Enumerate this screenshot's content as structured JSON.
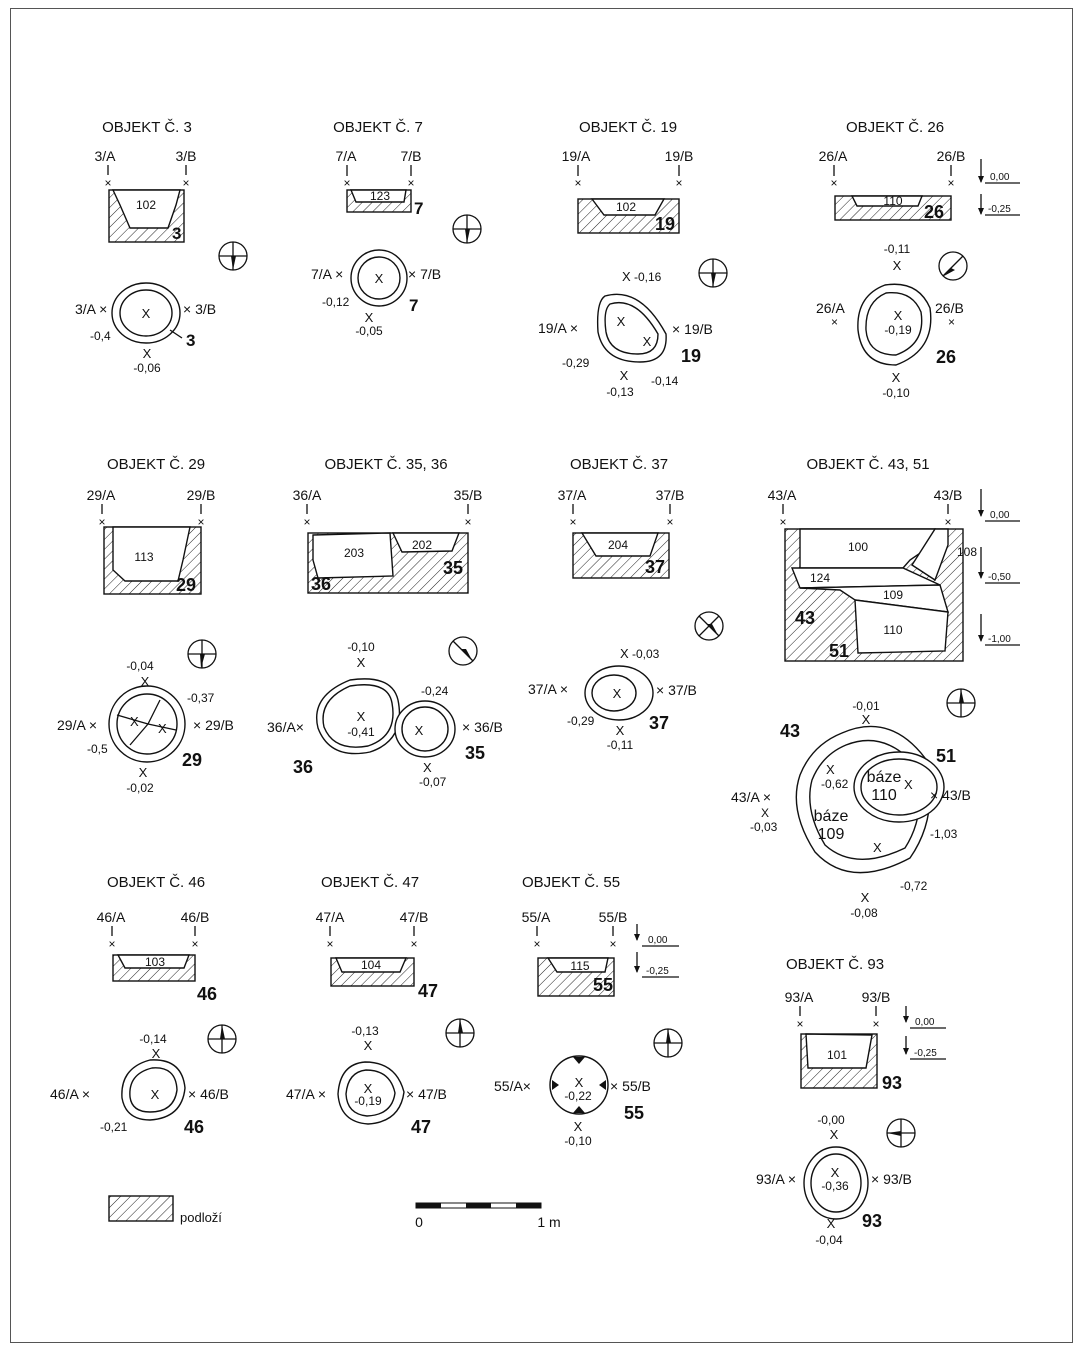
{
  "objects": [
    {
      "title": "OBJEKT Č. 3",
      "a": "3/A",
      "b": "3/B",
      "fill": "102",
      "num": "3",
      "plan": {
        "a": "3/A ×",
        "b": "× 3/B",
        "center": "-0,4",
        "low": "-0,06",
        "num": "3"
      }
    },
    {
      "title": "OBJEKT Č. 7",
      "a": "7/A",
      "b": "7/B",
      "fill": "123",
      "num": "7",
      "plan": {
        "a": "7/A ×",
        "b": "× 7/B",
        "center": "-0,12",
        "low": "-0,05",
        "num": "7"
      }
    },
    {
      "title": "OBJEKT Č. 19",
      "a": "19/A",
      "b": "19/B",
      "fill": "102",
      "num": "19",
      "plan": {
        "a": "19/A ×",
        "b": "× 19/B",
        "top": "-0,16",
        "center": "-0,29",
        "low": "-0,13",
        "right": "-0,14",
        "num": "19"
      }
    },
    {
      "title": "OBJEKT Č. 26",
      "a": "26/A",
      "b": "26/B",
      "fill": "110",
      "num": "26",
      "plan": {
        "a": "26/A",
        "b": "26/B",
        "top": "-0,11",
        "center": "-0,19",
        "low": "-0,10",
        "num": "26"
      }
    },
    {
      "title": "OBJEKT Č. 29",
      "a": "29/A",
      "b": "29/B",
      "fill": "113",
      "num": "29",
      "plan": {
        "a": "29/A ×",
        "b": "× 29/B",
        "top": "-0,04",
        "right": "-0,37",
        "center": "-0,5",
        "low": "-0,02",
        "num": "29"
      }
    },
    {
      "title": "OBJEKT Č. 35, 36",
      "a": "36/A",
      "b": "35/B",
      "fill1": "203",
      "fill2": "202",
      "num1": "36",
      "num2": "35",
      "plan": {
        "a": "36/A×",
        "b": "× 36/B",
        "top": "-0,10",
        "center": "-0,41",
        "right": "-0,24",
        "low": "-0,07",
        "num1": "36",
        "num2": "35"
      }
    },
    {
      "title": "OBJEKT Č. 37",
      "a": "37/A",
      "b": "37/B",
      "fill": "204",
      "num": "37",
      "plan": {
        "a": "37/A ×",
        "b": "× 37/B",
        "top": "-0,03",
        "center": "-0,29",
        "low": "-0,11",
        "num": "37"
      }
    },
    {
      "title": "OBJEKT Č. 43, 51",
      "a": "43/A",
      "b": "43/B",
      "f1": "100",
      "f2": "108",
      "f3": "124",
      "f4": "109",
      "f5": "110",
      "num1": "43",
      "num2": "51",
      "plan": {
        "a": "43/A ×",
        "b": "× 43/B",
        "top": "-0,01",
        "c1": "-0,62",
        "aLow": "-0,03",
        "r": "-1,03",
        "r2": "-0,72",
        "low": "-0,08",
        "baze1": "báze",
        "baze1n": "110",
        "baze2": "báze",
        "baze2n": "109",
        "num1": "43",
        "num2": "51"
      }
    },
    {
      "title": "OBJEKT Č. 46",
      "a": "46/A",
      "b": "46/B",
      "fill": "103",
      "num": "46",
      "plan": {
        "a": "46/A ×",
        "b": "× 46/B",
        "top": "-0,14",
        "center": "-0,21",
        "num": "46"
      }
    },
    {
      "title": "OBJEKT Č. 47",
      "a": "47/A",
      "b": "47/B",
      "fill": "104",
      "num": "47",
      "plan": {
        "a": "47/A ×",
        "b": "× 47/B",
        "top": "-0,13",
        "center": "-0,19",
        "num": "47"
      }
    },
    {
      "title": "OBJEKT Č. 55",
      "a": "55/A",
      "b": "55/B",
      "fill": "115",
      "num": "55",
      "plan": {
        "a": "55/A×",
        "b": "× 55/B",
        "center": "-0,22",
        "low": "-0,10",
        "num": "55"
      }
    },
    {
      "title": "OBJEKT Č. 93",
      "a": "93/A",
      "b": "93/B",
      "fill": "101",
      "num": "93",
      "plan": {
        "a": "93/A ×",
        "b": "× 93/B",
        "top": "-0,00",
        "center": "-0,36",
        "low": "-0,04",
        "num": "93"
      }
    }
  ],
  "scales": {
    "s0": "0,00",
    "s1": "-0,25",
    "s2": "-0,50",
    "s3": "-1,00"
  },
  "legend": {
    "label": "podloží"
  },
  "scalebar": {
    "start": "0",
    "end": "1 m"
  }
}
